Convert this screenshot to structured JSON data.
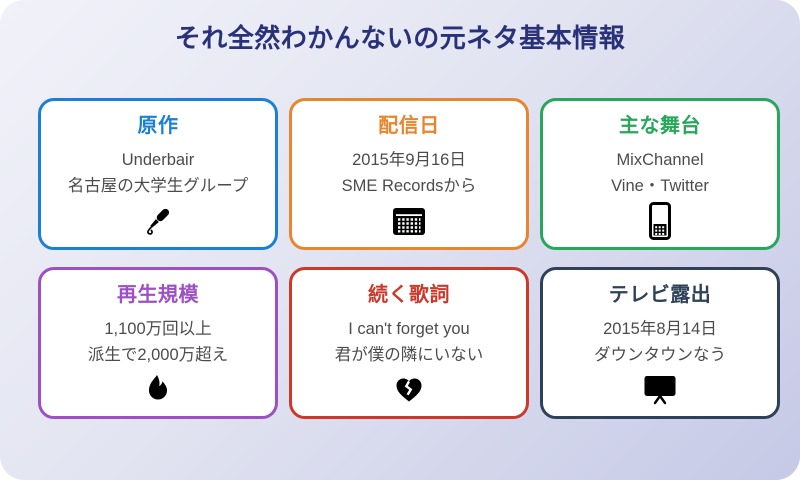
{
  "page": {
    "title": "それ全然わかんないの元ネタ基本情報",
    "title_color": "#283179",
    "background_gradient_start": "#f1f2f9",
    "background_gradient_end": "#c5c9e6",
    "card_background": "#ffffff",
    "body_text_color": "#4c4c4c"
  },
  "cards": [
    {
      "title": "原作",
      "accent_color": "#1a7fd5",
      "lines": [
        "Underbair",
        "名古屋の大学生グループ"
      ],
      "icon": "microphone-icon"
    },
    {
      "title": "配信日",
      "accent_color": "#e8862f",
      "lines": [
        "2015年9月16日",
        "SME Recordsから"
      ],
      "icon": "calendar-icon"
    },
    {
      "title": "主な舞台",
      "accent_color": "#26a759",
      "lines": [
        "MixChannel",
        "Vine・Twitter"
      ],
      "icon": "mobile-phone-icon"
    },
    {
      "title": "再生規模",
      "accent_color": "#9c50c4",
      "lines": [
        "1,100万回以上",
        "派生で2,000万超え"
      ],
      "icon": "fire-icon"
    },
    {
      "title": "続く歌詞",
      "accent_color": "#cb392b",
      "lines": [
        "I can't forget you",
        "君が僕の隣にいない"
      ],
      "icon": "broken-heart-icon"
    },
    {
      "title": "テレビ露出",
      "accent_color": "#2f4158",
      "lines": [
        "2015年8月14日",
        "ダウンタウンなう"
      ],
      "icon": "tv-icon"
    }
  ]
}
